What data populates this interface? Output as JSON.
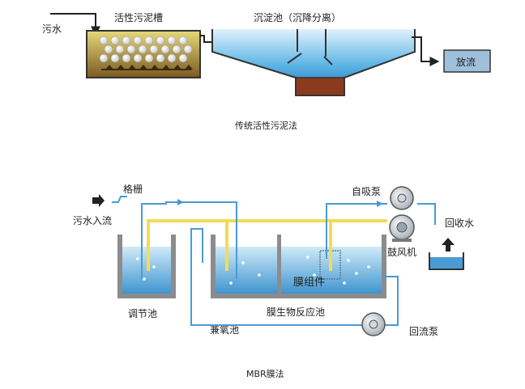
{
  "top": {
    "inflow_label": "污水",
    "tank_label": "活性污泥槽",
    "settler_label": "沉淀池（沉降分离）",
    "discharge_label": "放流",
    "caption": "传统活性污泥法"
  },
  "mbr": {
    "grille_label": "格栅",
    "inflow_label": "污水入流",
    "suction_pump_label": "自吸泵",
    "reuse_label": "回收水",
    "blower_label": "鼓风机",
    "module_label": "膜组件",
    "regulating_tank_label": "调节池",
    "reactor_label": "膜生物反应池",
    "anoxic_label": "兼氧池",
    "return_pump_label": "回流泵",
    "caption": "MBR膜法"
  },
  "colors": {
    "water_light": "#bfe4f6",
    "water_deep": "#2f8fc9",
    "sludge": "#8a3a1e",
    "outline": "#333333",
    "yellow_pipe": "#f3dc55",
    "blue_pipe": "#4a9bd4",
    "discharge_box": "#9fbfdc"
  }
}
